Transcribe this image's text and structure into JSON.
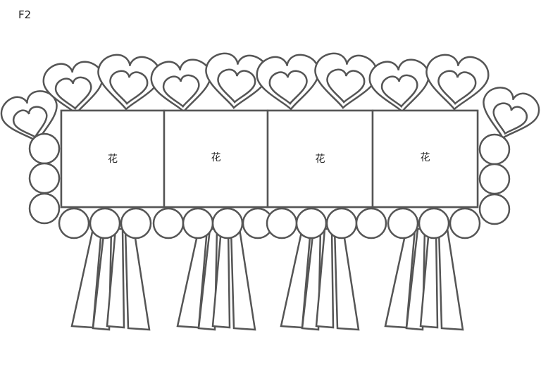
{
  "label": "F2",
  "panels": [
    {
      "text": "花"
    },
    {
      "text": "花"
    },
    {
      "text": "花"
    },
    {
      "text": "花"
    }
  ]
}
